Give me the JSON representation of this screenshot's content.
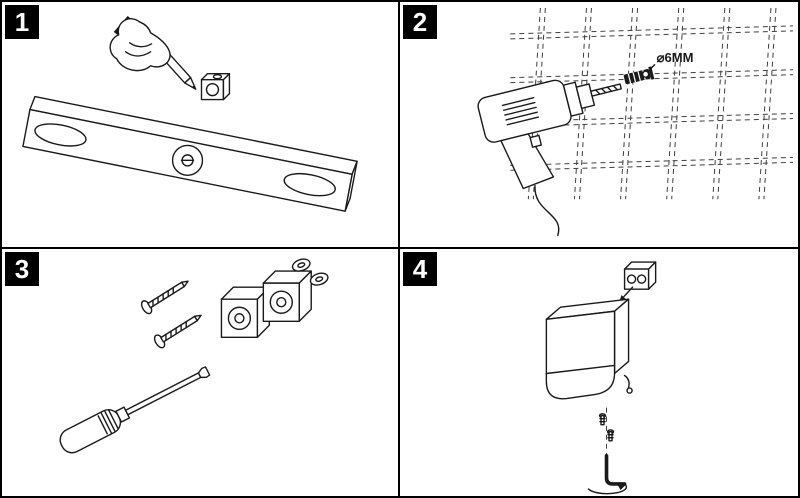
{
  "document": {
    "kind": "assembly-instruction-sheet",
    "background": "#ffffff",
    "line_color": "#1a1a1a",
    "badge_bg": "#000000",
    "badge_fg": "#ffffff"
  },
  "steps": [
    {
      "number": "1",
      "illustration": "spirit-level-and-pencil-marking"
    },
    {
      "number": "2",
      "illustration": "drill-hole-in-tiled-wall",
      "annotation": "⌀6MM"
    },
    {
      "number": "3",
      "illustration": "screwdriver-screws-washers-clamp-blocks"
    },
    {
      "number": "4",
      "illustration": "toilet-roll-holder-allen-key"
    }
  ]
}
